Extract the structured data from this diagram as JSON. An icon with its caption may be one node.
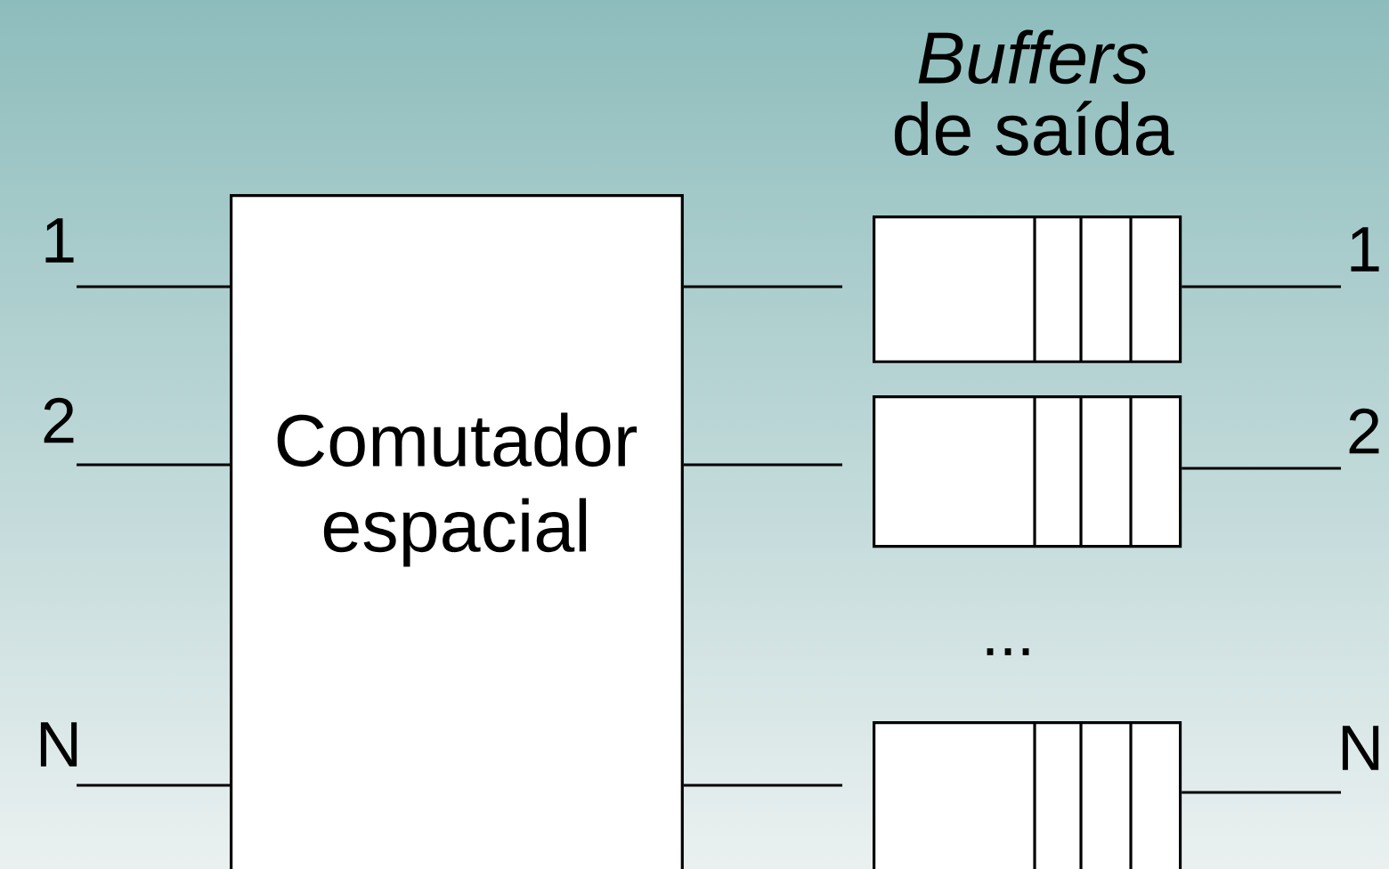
{
  "diagram": {
    "nodes": [
      {
        "text": [
          "Comutador espacial"
        ]
      },
      {
        "text": [],
        "shape": "box"
      },
      {
        "text": [],
        "shape": "box"
      },
      {
        "text": [],
        "shape": "box"
      }
    ],
    "edges": [
      {
        "from": null,
        "to": 0,
        "arrow": "none"
      },
      {
        "from": null,
        "to": 0,
        "arrow": "none"
      },
      {
        "from": null,
        "to": 0,
        "arrow": "none"
      },
      {
        "from": 0,
        "to": 1,
        "arrow": "none"
      },
      {
        "from": 0,
        "to": 2,
        "arrow": "none"
      },
      {
        "from": 0,
        "to": 3,
        "arrow": "none"
      },
      {
        "from": 1,
        "to": null,
        "arrow": "none"
      },
      {
        "from": 2,
        "to": null,
        "arrow": "none"
      },
      {
        "from": 3,
        "to": null,
        "arrow": "none"
      }
    ],
    "labels": [
      "Buffers",
      "de saída",
      "1",
      "2",
      "N",
      "...",
      "1",
      "2",
      "N"
    ]
  }
}
